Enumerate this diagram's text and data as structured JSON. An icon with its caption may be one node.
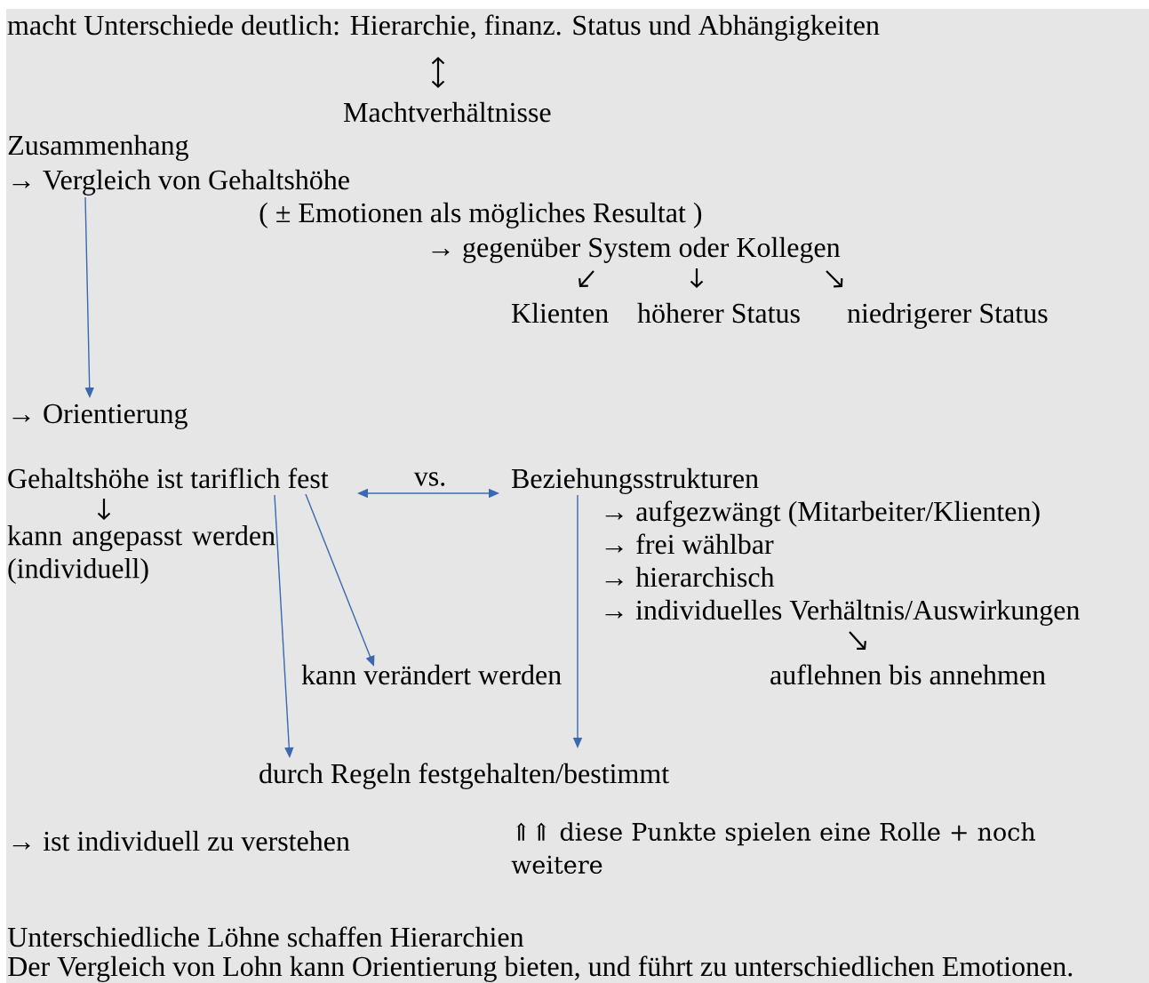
{
  "diagram": {
    "nodes": [
      {
        "text": [
          "macht Unterschiede deutlich: Hierarchie, finanz. Status und Abhängigkeiten"
        ]
      },
      {
        "text": [
          "Machtverhältnisse"
        ]
      },
      {
        "text": [
          "→ Vergleich von Gehaltshöhe"
        ]
      },
      {
        "text": [
          "→ gegenüber System oder Kollegen"
        ]
      },
      {
        "text": [
          "Klienten"
        ]
      },
      {
        "text": [
          "höherer Status"
        ]
      },
      {
        "text": [
          "niedrigerer Status"
        ]
      },
      {
        "text": [
          "→ Orientierung"
        ]
      },
      {
        "text": [
          "Gehaltshöhe ist tariflich fest"
        ]
      },
      {
        "text": [
          "Beziehungsstrukturen"
        ]
      },
      {
        "text": [
          "kann angepasst werden (individuell)"
        ]
      },
      {
        "text": [
          "→ individuelles Verhältnis/Auswirkungen"
        ]
      },
      {
        "text": [
          "kann verändert werden"
        ]
      },
      {
        "text": [
          "auflehnen bis annehmen"
        ]
      },
      {
        "text": [
          "durch Regeln festgehalten/bestimmt"
        ]
      }
    ],
    "edges": [
      {
        "from": 0,
        "to": 1,
        "arrow": "both"
      },
      {
        "from": 3,
        "to": 4,
        "arrow": "to"
      },
      {
        "from": 3,
        "to": 5,
        "arrow": "to"
      },
      {
        "from": 3,
        "to": 6,
        "arrow": "to"
      },
      {
        "from": 2,
        "to": 7,
        "arrow": "to",
        "color": "#3a69b0"
      },
      {
        "from": 8,
        "to": 9,
        "arrow": "both",
        "label": "vs.",
        "color": "#3a69b0"
      },
      {
        "from": 8,
        "to": 10,
        "arrow": "to"
      },
      {
        "from": 8,
        "to": 12,
        "arrow": "to",
        "color": "#3a69b0"
      },
      {
        "from": 8,
        "to": 14,
        "arrow": "to",
        "color": "#3a69b0"
      },
      {
        "from": 9,
        "to": 14,
        "arrow": "to",
        "color": "#3a69b0"
      },
      {
        "from": 11,
        "to": 13,
        "arrow": "to"
      }
    ],
    "labels": [
      "Zusammenhang",
      "( ± Emotionen als mögliches Resultat )",
      "→ aufgezwängt (Mitarbeiter/Klienten)",
      "→ frei wählbar",
      "→ hierarchisch",
      "→ ist individuell zu verstehen",
      "⇑⇑ diese Punkte spielen eine Rolle + noch weitere",
      "Unterschiedliche Löhne schaffen Hierarchien",
      "Der Vergleich von Lohn kann Orientierung bieten, und führt zu unterschiedlichen Emotionen."
    ]
  }
}
